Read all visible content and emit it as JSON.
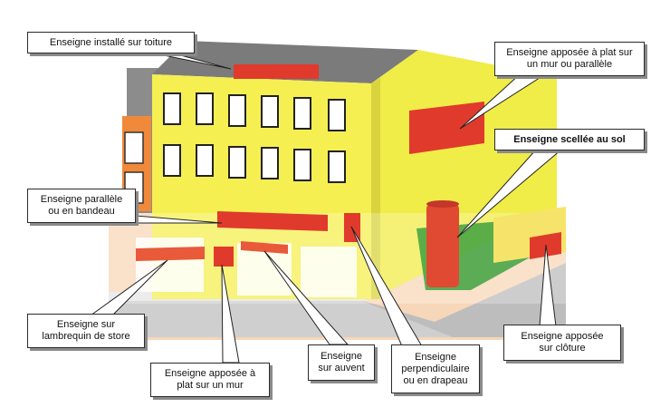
{
  "labels": {
    "toiture": "Enseigne installé sur toiture",
    "plat_mur_parallele": "Enseigne apposée à plat sur\nun mur ou parallèle",
    "scellee_sol": "Enseigne scellée au sol",
    "parallele_bandeau": "Enseigne parallèle\nou en bandeau",
    "lambrequin": "Enseigne sur\nlambrequin de store",
    "plat_sur_mur": "Enseigne apposée à\nplat sur un mur",
    "auvent": "Enseigne\nsur auvent",
    "perpendiculaire": "Enseigne\nperpendiculaire\nou en drapeau",
    "cloture": "Enseigne apposée\nsur clôture"
  },
  "colors": {
    "facade": "#f5ef52",
    "side_wall": "#f0ec48",
    "roof": "#7b7b7b",
    "sign_red": "#e03a2c",
    "neighbor_orange": "#f08a3a",
    "lawn": "#3fa240",
    "sidewalk": "#c9c9c9",
    "ground": "#f3b08e"
  }
}
